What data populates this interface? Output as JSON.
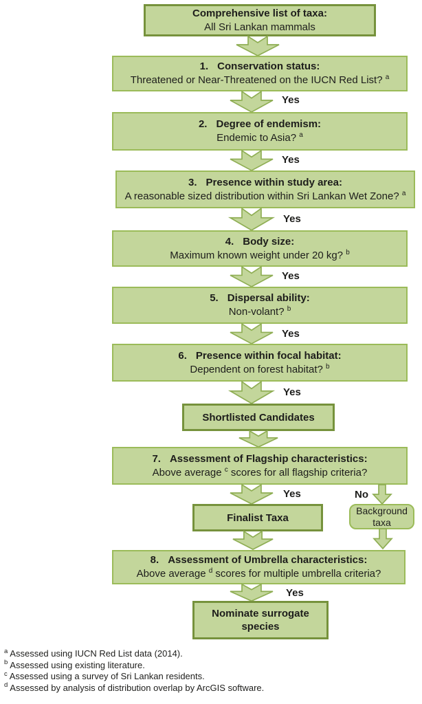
{
  "flow": {
    "start": {
      "title": "Comprehensive list of taxa:",
      "subtitle": "All Sri Lankan mammals"
    },
    "steps": [
      {
        "num": "1.",
        "title": "Conservation status:",
        "pre": "Threatened or Near-Threatened on the IUCN Red List? ",
        "sup": "a",
        "post": ""
      },
      {
        "num": "2.",
        "title": "Degree of endemism:",
        "pre": "Endemic to Asia? ",
        "sup": "a",
        "post": ""
      },
      {
        "num": "3.",
        "title": "Presence within study area:",
        "pre": "A reasonable sized distribution within Sri Lankan Wet Zone? ",
        "sup": "a",
        "post": ""
      },
      {
        "num": "4.",
        "title": "Body size:",
        "pre": "Maximum known weight under 20 kg? ",
        "sup": "b",
        "post": ""
      },
      {
        "num": "5.",
        "title": "Dispersal ability:",
        "pre": "Non-volant? ",
        "sup": "b",
        "post": ""
      },
      {
        "num": "6.",
        "title": "Presence within focal habitat:",
        "pre": "Dependent on forest habitat? ",
        "sup": "b",
        "post": ""
      },
      {
        "num": "7.",
        "title": "Assessment of Flagship characteristics:",
        "pre": "Above average ",
        "sup": "c",
        "post": " scores for all flagship criteria?"
      },
      {
        "num": "8.",
        "title": "Assessment of Umbrella characteristics:",
        "pre": "Above average ",
        "sup": "d",
        "post": " scores for multiple umbrella criteria?"
      }
    ],
    "terminals": {
      "shortlisted": "Shortlisted Candidates",
      "finalist": "Finalist Taxa",
      "background": "Background taxa",
      "nominate": "Nominate surrogate species"
    },
    "labels": {
      "yes": "Yes",
      "no": "No"
    }
  },
  "footnotes": [
    {
      "sup": "a",
      "text": "Assessed using IUCN Red List data (2014)."
    },
    {
      "sup": "b",
      "text": "Assessed using existing literature."
    },
    {
      "sup": "c",
      "text": "Assessed using a survey of Sri Lankan residents."
    },
    {
      "sup": "d",
      "text": "Assessed by analysis of distribution overlap by ArcGIS software."
    }
  ],
  "colors": {
    "box_fill": "#c3d69b",
    "box_border": "#9bbb59",
    "major_border": "#76923c",
    "arrow_border": "#8fae54",
    "text": "#1d1d1b"
  }
}
